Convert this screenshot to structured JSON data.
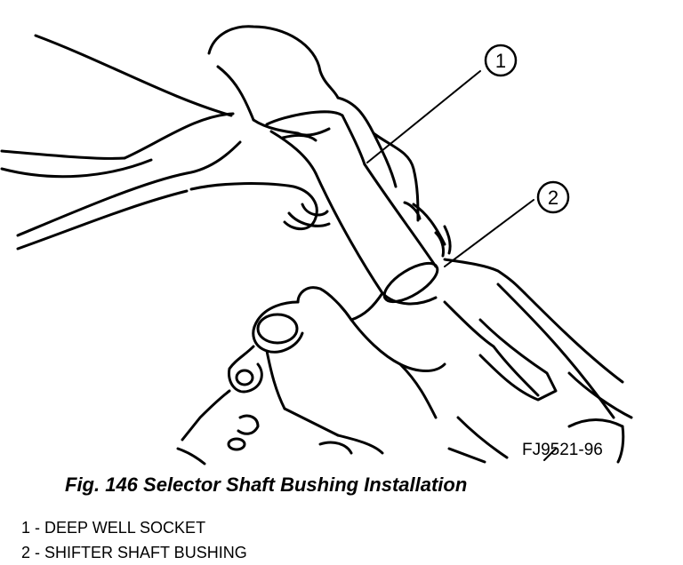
{
  "figure": {
    "code": "FJ9521-96",
    "caption": "Fig. 146 Selector Shaft Bushing Installation"
  },
  "callouts": [
    {
      "number": "1",
      "part": "DEEP WELL SOCKET"
    },
    {
      "number": "2",
      "part": "SHIFTER SHAFT BUSHING"
    }
  ],
  "legend": [
    {
      "text": "1 - DEEP WELL SOCKET"
    },
    {
      "text": "2 - SHIFTER SHAFT BUSHING"
    }
  ]
}
